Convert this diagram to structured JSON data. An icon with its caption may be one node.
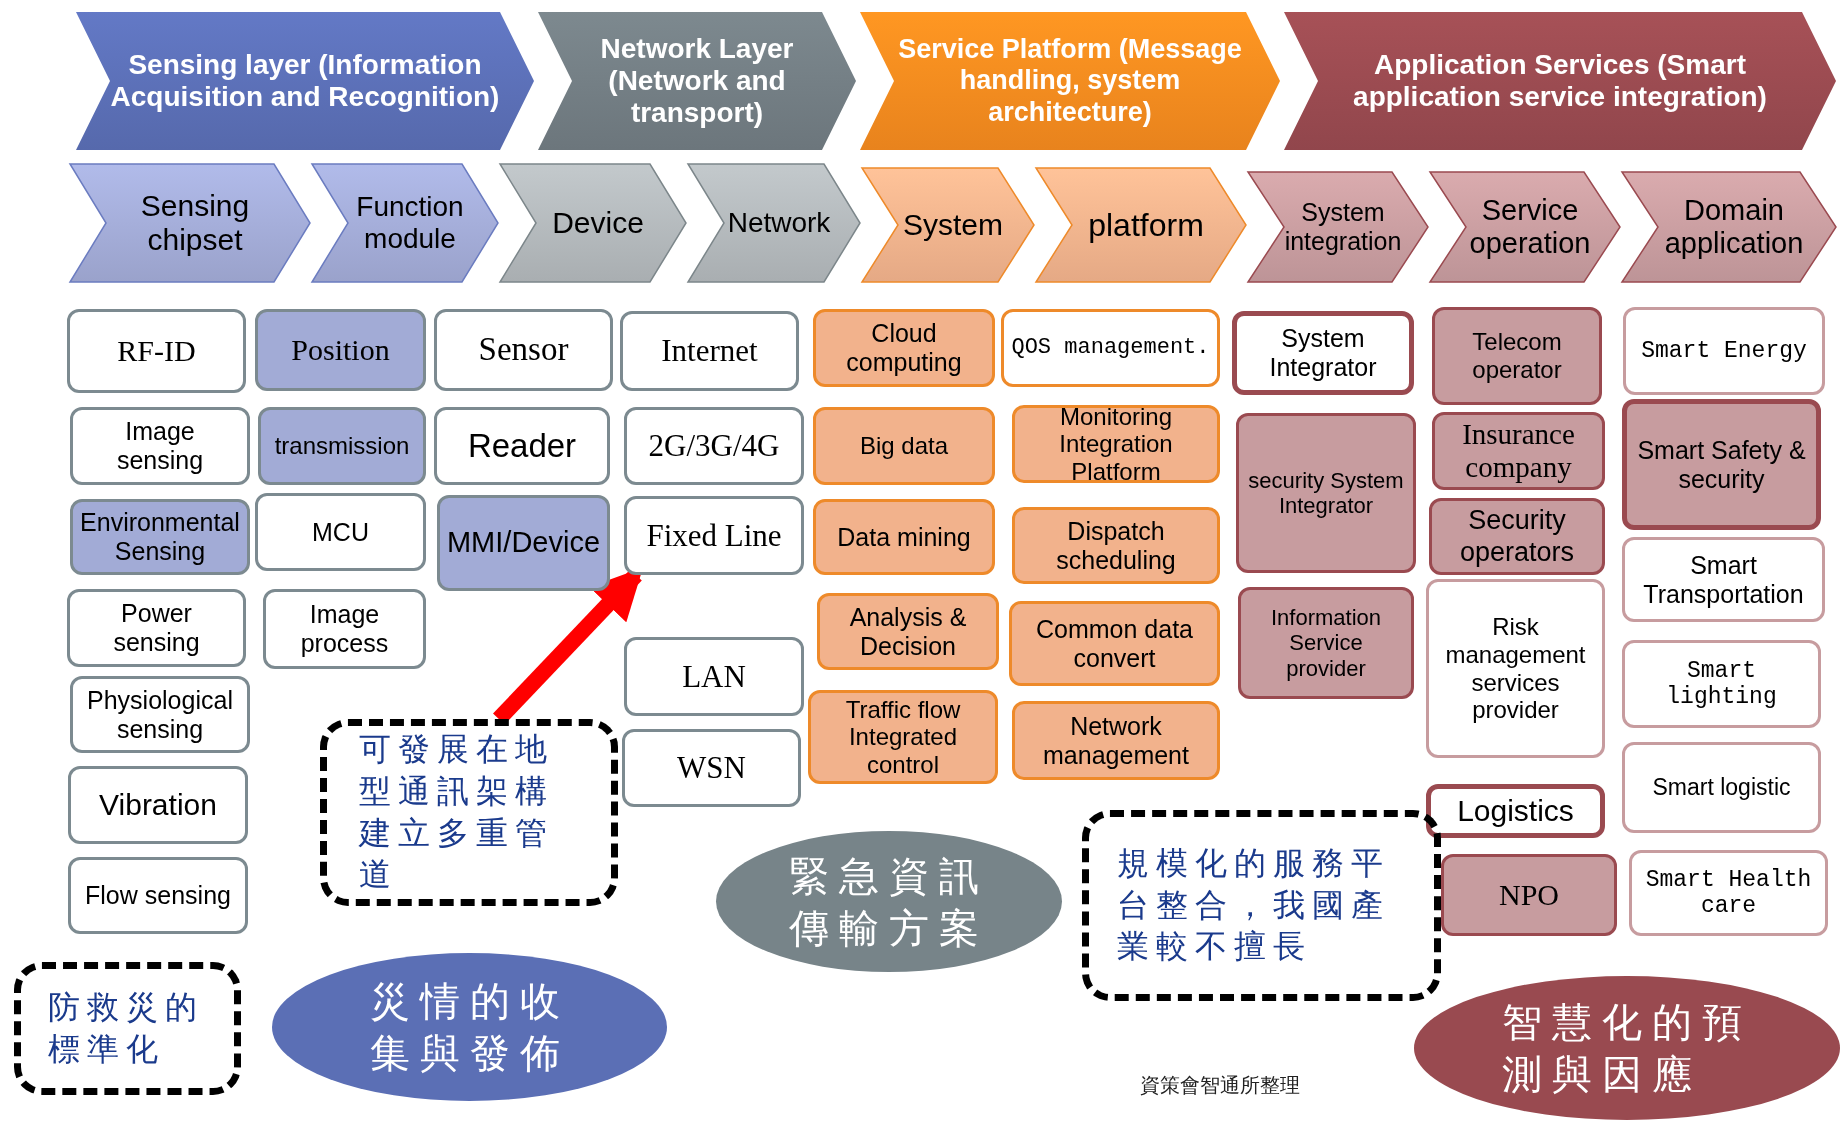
{
  "diagram": {
    "nodes": [
      {
        "text": [
          "Sensing layer (Information Acquisition and Recognition)"
        ]
      },
      {
        "text": [
          "Network Layer (Network and transport)"
        ]
      },
      {
        "text": [
          "Service Platform (Message handling, system architecture)"
        ]
      },
      {
        "text": [
          "Application Services (Smart application service integration)"
        ]
      },
      {
        "text": [
          "Sensing chipset"
        ]
      },
      {
        "text": [
          "Function module"
        ]
      },
      {
        "text": [
          "Device"
        ]
      },
      {
        "text": [
          "Network"
        ]
      },
      {
        "text": [
          "System"
        ]
      },
      {
        "text": [
          "platform"
        ]
      },
      {
        "text": [
          "System integration"
        ]
      },
      {
        "text": [
          "Service operation"
        ]
      },
      {
        "text": [
          "Domain application"
        ]
      },
      {
        "text": [
          "RF-ID"
        ]
      },
      {
        "text": [
          "Image sensing"
        ]
      },
      {
        "text": [
          "Environmental Sensing"
        ]
      },
      {
        "text": [
          "Power sensing"
        ]
      },
      {
        "text": [
          "Physiological sensing"
        ]
      },
      {
        "text": [
          "Vibration"
        ]
      },
      {
        "text": [
          "Flow sensing"
        ]
      },
      {
        "text": [
          "Position"
        ]
      },
      {
        "text": [
          "transmission"
        ]
      },
      {
        "text": [
          "MCU"
        ]
      },
      {
        "text": [
          "Image process"
        ]
      },
      {
        "text": [
          "Sensor"
        ]
      },
      {
        "text": [
          "Reader"
        ]
      },
      {
        "text": [
          "MMI/Device"
        ]
      },
      {
        "text": [
          "Internet"
        ]
      },
      {
        "text": [
          "2G/3G/4G"
        ]
      },
      {
        "text": [
          "Fixed Line"
        ]
      },
      {
        "text": [
          "LAN"
        ]
      },
      {
        "text": [
          "WSN"
        ]
      },
      {
        "text": [
          "Cloud computing"
        ]
      },
      {
        "text": [
          "Big data"
        ]
      },
      {
        "text": [
          "Data mining"
        ]
      },
      {
        "text": [
          "Analysis & Decision"
        ]
      },
      {
        "text": [
          "Traffic flow Integrated control"
        ]
      },
      {
        "text": [
          "QOS management."
        ]
      },
      {
        "text": [
          "Monitoring Integration Platform"
        ]
      },
      {
        "text": [
          "Dispatch scheduling"
        ]
      },
      {
        "text": [
          "Common data convert"
        ]
      },
      {
        "text": [
          "Network management"
        ]
      },
      {
        "text": [
          "System Integrator"
        ]
      },
      {
        "text": [
          "security System Integrator"
        ]
      },
      {
        "text": [
          "Information Service provider"
        ]
      },
      {
        "text": [
          "Telecom operator"
        ]
      },
      {
        "text": [
          "Insurance company"
        ]
      },
      {
        "text": [
          "Security operators"
        ]
      },
      {
        "text": [
          "Risk management services provider"
        ]
      },
      {
        "text": [
          "Logistics"
        ]
      },
      {
        "text": [
          "NPO"
        ]
      },
      {
        "text": [
          "Smart Energy"
        ]
      },
      {
        "text": [
          "Smart Safety & security"
        ]
      },
      {
        "text": [
          "Smart Transportation"
        ]
      },
      {
        "text": [
          "Smart lighting"
        ]
      },
      {
        "text": [
          "Smart logistic"
        ]
      },
      {
        "text": [
          "Smart Health care"
        ]
      },
      {
        "text": [
          "可發展在地型通訊架構建立多重管道"
        ]
      },
      {
        "text": [
          "緊急資訊傳輸方案"
        ]
      },
      {
        "text": [
          "規模化的服務平台整合，我國產業較不擅長"
        ]
      },
      {
        "text": [
          "防救災的標準化"
        ]
      },
      {
        "text": [
          "災情的收集與發佈"
        ]
      },
      {
        "text": [
          "智慧化的預測與因應"
        ]
      }
    ],
    "edges": [
      {
        "from": 57,
        "to": 29,
        "arrow": "to",
        "color": "#ff0000"
      }
    ],
    "labels": [
      "資策會智通所整理"
    ]
  }
}
